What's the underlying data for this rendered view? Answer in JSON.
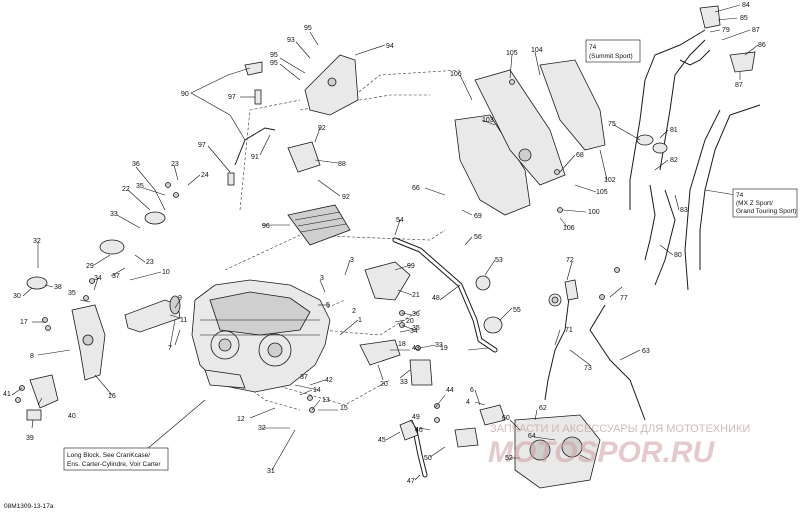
{
  "diagram_code": "08M1309-13-17a",
  "notes": {
    "long_block": [
      "Long Block, See CranKcase/",
      "Ens. Carter-Cylindre, Voir Carter"
    ],
    "summit": [
      "74",
      "(Summit Sport)"
    ],
    "mxz": [
      "74",
      "(MX Z Sport/",
      "Grand Touring Sport)"
    ]
  },
  "watermark": {
    "tagline": "ЗАПЧАСТИ И АКСЕССУАРЫ ДЛЯ МОТОТЕХНИКИ",
    "brand": "MOTOSPOR.RU"
  },
  "callouts": {
    "c84": "84",
    "c85": "85",
    "c87a": "87",
    "c79": "79",
    "c86": "86",
    "c87b": "87",
    "c95a": "95",
    "c94": "94",
    "c93": "93",
    "c95b": "95",
    "c95c": "95",
    "c90": "90",
    "c97a": "97",
    "c105a": "105",
    "c104": "104",
    "c106a": "106",
    "c103": "103",
    "c74a": "74",
    "c75": "75",
    "c81": "81",
    "c82": "82",
    "c83": "83",
    "c91": "91",
    "c92a": "92",
    "c88": "88",
    "c92b": "92",
    "c97b": "97",
    "c36": "36",
    "c23a": "23",
    "c35a": "35",
    "c24": "24",
    "c22": "22",
    "c68": "68",
    "c105b": "105",
    "c102": "102",
    "c66": "66",
    "c100": "100",
    "c106b": "106",
    "c69": "69",
    "c74b": "74",
    "c33a": "33",
    "c96": "96",
    "c54": "54",
    "c56": "56",
    "c32": "32",
    "c29": "29",
    "c23b": "23",
    "c37a": "37",
    "c34": "34",
    "c10": "10",
    "c3a": "3",
    "c99": "99",
    "c53": "53",
    "c80": "80",
    "c30": "30",
    "c38": "38",
    "c35b": "35",
    "c17": "17",
    "c11": "11",
    "c9": "9",
    "c5": "5",
    "c21": "21",
    "c3b": "3",
    "c20a": "20",
    "c34b": "34",
    "c48": "48",
    "c72": "72",
    "c77": "77",
    "c36b": "36",
    "c35c": "35",
    "c55": "55",
    "c1": "1",
    "c2": "2",
    "c7": "7",
    "c8": "8",
    "c16": "16",
    "c18": "18",
    "c19": "19",
    "c71": "71",
    "c63": "63",
    "c73": "73",
    "c33b": "33",
    "c43": "43",
    "c20b": "20",
    "c33c": "33",
    "c41": "41",
    "c40": "40",
    "c39": "39",
    "c37b": "37",
    "c12": "12",
    "c14": "14",
    "c42": "42",
    "c44": "44",
    "c13": "13",
    "c15": "15",
    "c32b": "32",
    "c62": "62",
    "c4": "4",
    "c49": "49",
    "c6": "6",
    "c46": "46",
    "c45": "45",
    "c50": "50",
    "c60": "60",
    "c64": "64",
    "c52": "52",
    "c47": "47",
    "c31": "31"
  }
}
